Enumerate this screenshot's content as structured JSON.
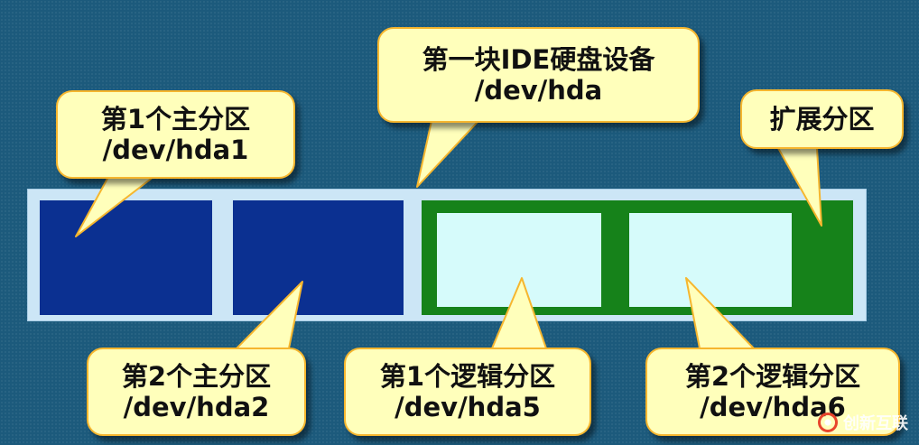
{
  "callouts": {
    "disk": {
      "line1": "第一块IDE硬盘设备",
      "line2": "/dev/hda"
    },
    "primary1": {
      "line1": "第1个主分区",
      "line2": "/dev/hda1"
    },
    "extended": {
      "line1": "扩展分区"
    },
    "primary2": {
      "line1": "第2个主分区",
      "line2": "/dev/hda2"
    },
    "logical1": {
      "line1": "第1个逻辑分区",
      "line2": "/dev/hda5"
    },
    "logical2": {
      "line1": "第2个逻辑分区",
      "line2": "/dev/hda6"
    }
  },
  "watermark": {
    "text": "创新互联"
  },
  "colors": {
    "background": "#1c5a7c",
    "disk": "#cce6f6",
    "primary_partition": "#0b3091",
    "extended_partition": "#16821a",
    "logical_partition": "#d6fbfb",
    "callout_fill": "#ffffbb",
    "callout_border": "#f6b62e"
  }
}
